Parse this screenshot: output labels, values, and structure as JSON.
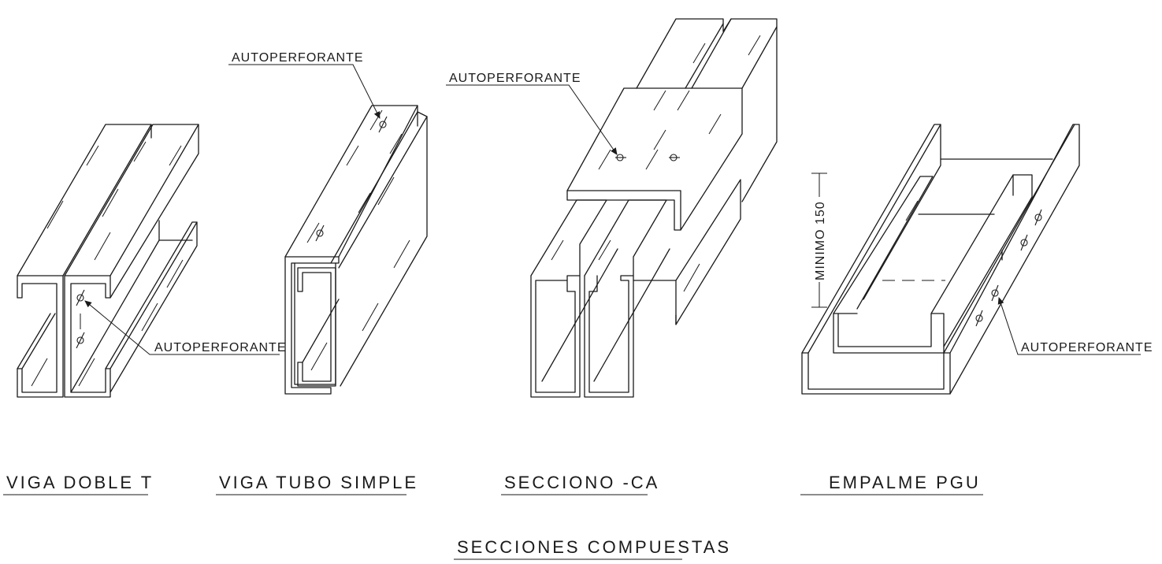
{
  "labels": {
    "autoperforante": "AUTOPERFORANTE",
    "minimo": "MINIMO 150"
  },
  "sections": [
    {
      "title": "VIGA DOBLE T"
    },
    {
      "title": "VIGA TUBO SIMPLE"
    },
    {
      "title": "SECCIONO -CA"
    },
    {
      "title": "EMPALME PGU"
    }
  ],
  "main_title": "SECCIONES COMPUESTAS"
}
